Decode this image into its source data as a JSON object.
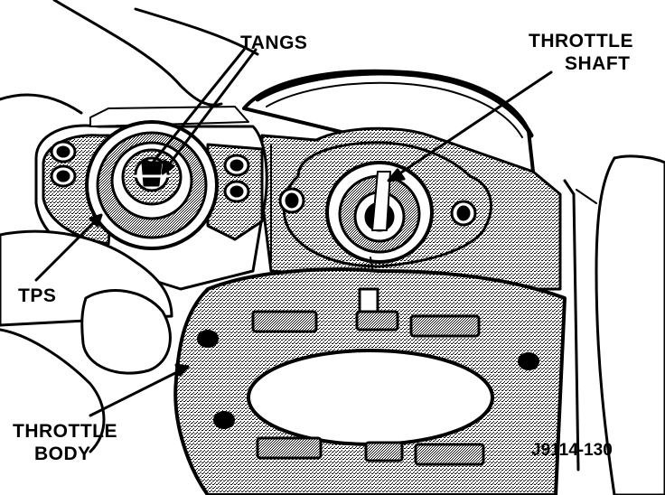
{
  "labels": {
    "tangs": "TANGS",
    "throttle_shaft_line1": "THROTTLE",
    "throttle_shaft_line2": "SHAFT",
    "tps": "TPS",
    "throttle_body_line1": "THROTTLE",
    "throttle_body_line2": "BODY",
    "figure_code": "J9114-130"
  }
}
